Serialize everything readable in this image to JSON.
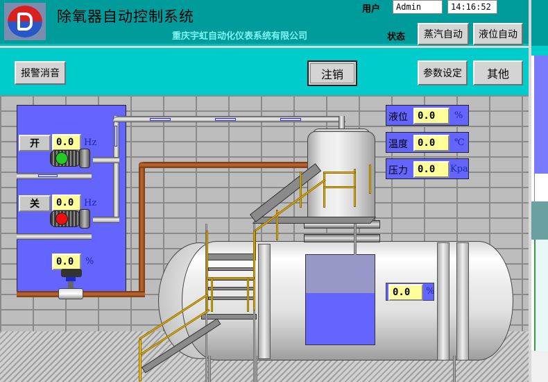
{
  "header": {
    "title": "除氧器自动控制系统",
    "company": "重庆宇虹自动化仪表系统有限公司",
    "user_label": "用户",
    "user_value": "Admin",
    "time": "14:16:52",
    "status_label": "状态",
    "status_buttons": [
      "蒸汽自动",
      "液位自动"
    ]
  },
  "toolbar": {
    "alarm_silence": "报警消音",
    "logout": "注销",
    "param_settings": "参数设定",
    "other": "其他"
  },
  "pumps": [
    {
      "button_label": "开",
      "freq_value": "0.0",
      "unit": "Hz",
      "lamp_color": "#22cc22"
    },
    {
      "button_label": "关",
      "freq_value": "0.0",
      "unit": "Hz",
      "lamp_color": "#ee1010"
    }
  ],
  "valve": {
    "opening_value": "0.0",
    "unit": "%"
  },
  "readouts": [
    {
      "name": "液位",
      "value": "0.0",
      "unit": "%"
    },
    {
      "name": "温度",
      "value": "0.0",
      "unit": "℃"
    },
    {
      "name": "压力",
      "value": "0.0",
      "unit": "Kpa"
    }
  ],
  "tank": {
    "level_value": "0.0",
    "unit": "%"
  },
  "colors": {
    "header_bg": "#009b9b",
    "toolbar_bg": "#00cccc",
    "panel_blue": "#6464ff",
    "value_bg": "#ffff99",
    "company_text": "#7ff4f4"
  }
}
